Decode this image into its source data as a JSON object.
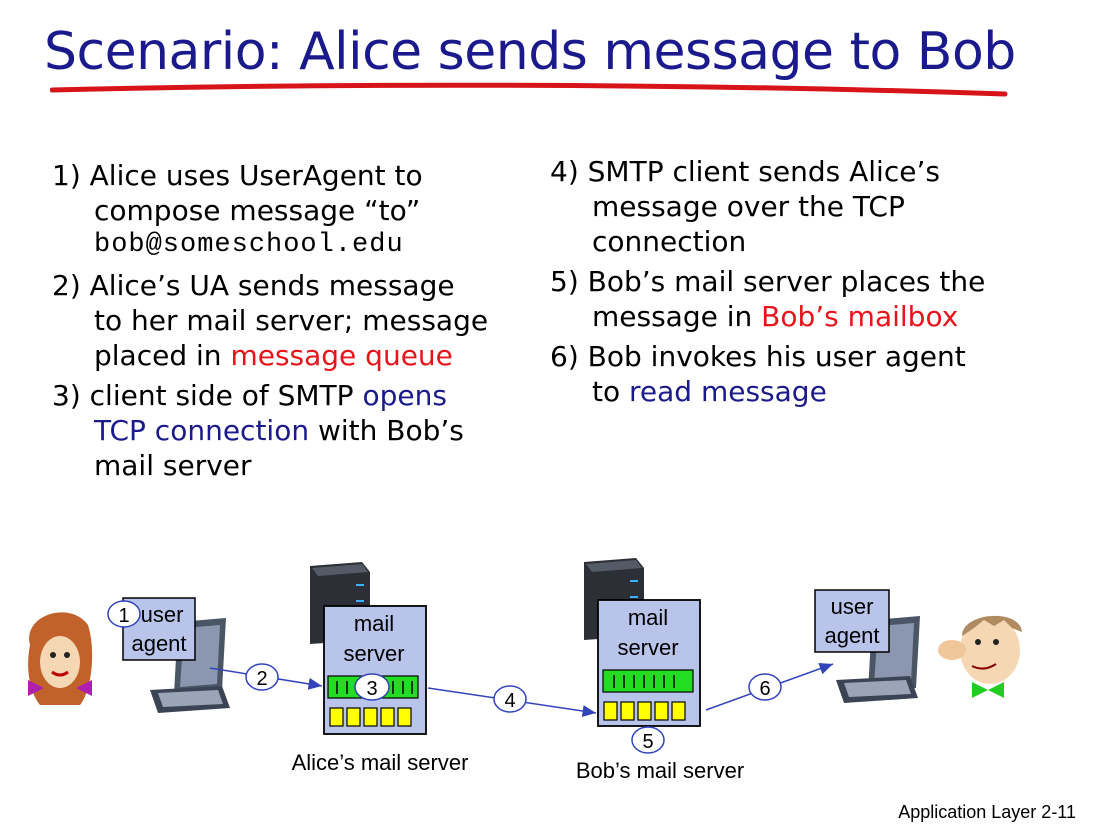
{
  "title": "Scenario: Alice sends message to Bob",
  "left_steps": [
    {
      "num": "1)",
      "parts": [
        {
          "line": "Alice uses UserAgent to"
        },
        {
          "line": "compose message “to”"
        },
        {
          "line": "bob@someschool.edu"
        }
      ]
    },
    {
      "num": "2)",
      "parts": [
        {
          "line": "Alice’s UA sends message"
        },
        {
          "line": "to her mail server; message"
        },
        {
          "line": "placed in ",
          "highlight": "message queue"
        }
      ]
    },
    {
      "num": "3)",
      "parts": [
        {
          "line": "client side of SMTP ",
          "highlight": "opens"
        },
        {
          "line": "TCP connection",
          "rest": " with Bob’s"
        },
        {
          "line": "mail server"
        }
      ]
    }
  ],
  "right_steps": [
    {
      "num": "4)",
      "parts": [
        {
          "line": "SMTP client sends Alice’s"
        },
        {
          "line": "message over the TCP"
        },
        {
          "line": "connection"
        }
      ]
    },
    {
      "num": "5)",
      "parts": [
        {
          "line": "Bob’s mail server places the"
        },
        {
          "line": "message in ",
          "highlight": "Bob’s mailbox"
        }
      ]
    },
    {
      "num": "6)",
      "parts": [
        {
          "line": "Bob invokes his user agent"
        },
        {
          "line": "to ",
          "highlight": "read message"
        }
      ]
    }
  ],
  "diagram": {
    "alice_user_agent": "user\nagent",
    "alice_ua_label_1": "user",
    "alice_ua_label_2": "agent",
    "alice_server_label_1": "mail",
    "alice_server_label_2": "server",
    "alice_server_caption": "Alice’s mail server",
    "bob_server_label_1": "mail",
    "bob_server_label_2": "server",
    "bob_server_caption": "Bob’s mail server",
    "bob_ua_label_1": "user",
    "bob_ua_label_2": "agent",
    "step_numbers": [
      "1",
      "2",
      "3",
      "4",
      "5",
      "6"
    ]
  },
  "colors": {
    "title": "#1a1a8c",
    "highlight_red": "#e8141b",
    "highlight_blue": "#1a1a8c",
    "queue_green": "#22dd22",
    "mailbox_yellow": "#ffff00",
    "server_box_fill": "#b8c4ea",
    "arrow_blue": "#3344bb"
  },
  "footer": "Application Layer 2-11"
}
